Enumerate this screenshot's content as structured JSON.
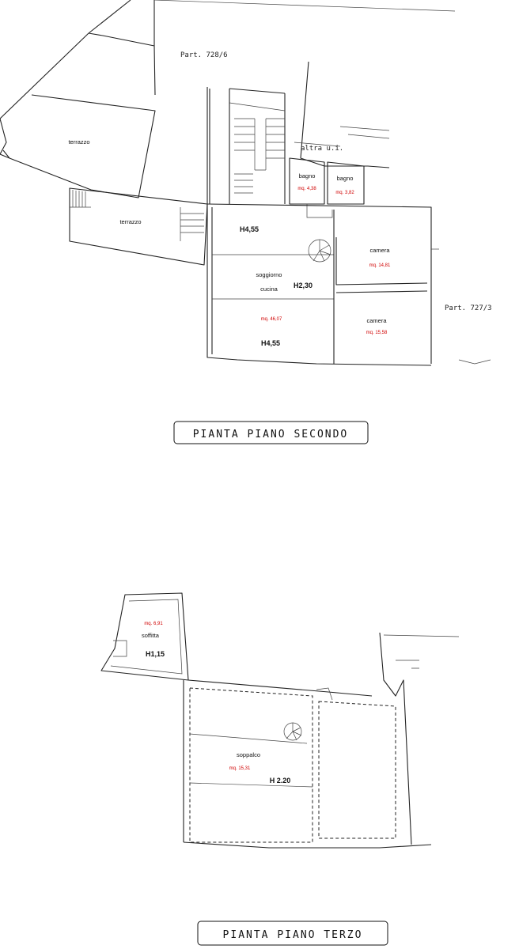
{
  "second_floor": {
    "title": "PIANTA PIANO SECONDO",
    "parcel_top": "Part. 728/6",
    "parcel_right": "Part. 727/3",
    "other_unit": "altra u.i.",
    "rooms": {
      "terrace_1": "terrazzo",
      "terrace_2": "terrazzo",
      "bath_1": "bagno",
      "bath_1_area": "mq. 4,38",
      "bath_2": "bagno",
      "bath_2_area": "mq. 3,82",
      "height_top": "H4,55",
      "living_1": "soggiorno",
      "living_2": "cucina",
      "height_mid": "H2,30",
      "living_area": "mq. 46,07",
      "height_bottom": "H4,55",
      "bedroom_1": "camera",
      "bedroom_1_area": "mq. 14,81",
      "bedroom_2": "camera",
      "bedroom_2_area": "mq. 15,58"
    }
  },
  "third_floor": {
    "title": "PIANTA PIANO TERZO",
    "rooms": {
      "attic_area": "mq. 6,91",
      "attic": "soffitta",
      "attic_height": "H1,15",
      "mezzanine": "soppalco",
      "mezzanine_area": "mq. 15,31",
      "mezzanine_height": "H 2.20"
    }
  },
  "colors": {
    "line": "#222222",
    "area_text": "#d00000"
  }
}
